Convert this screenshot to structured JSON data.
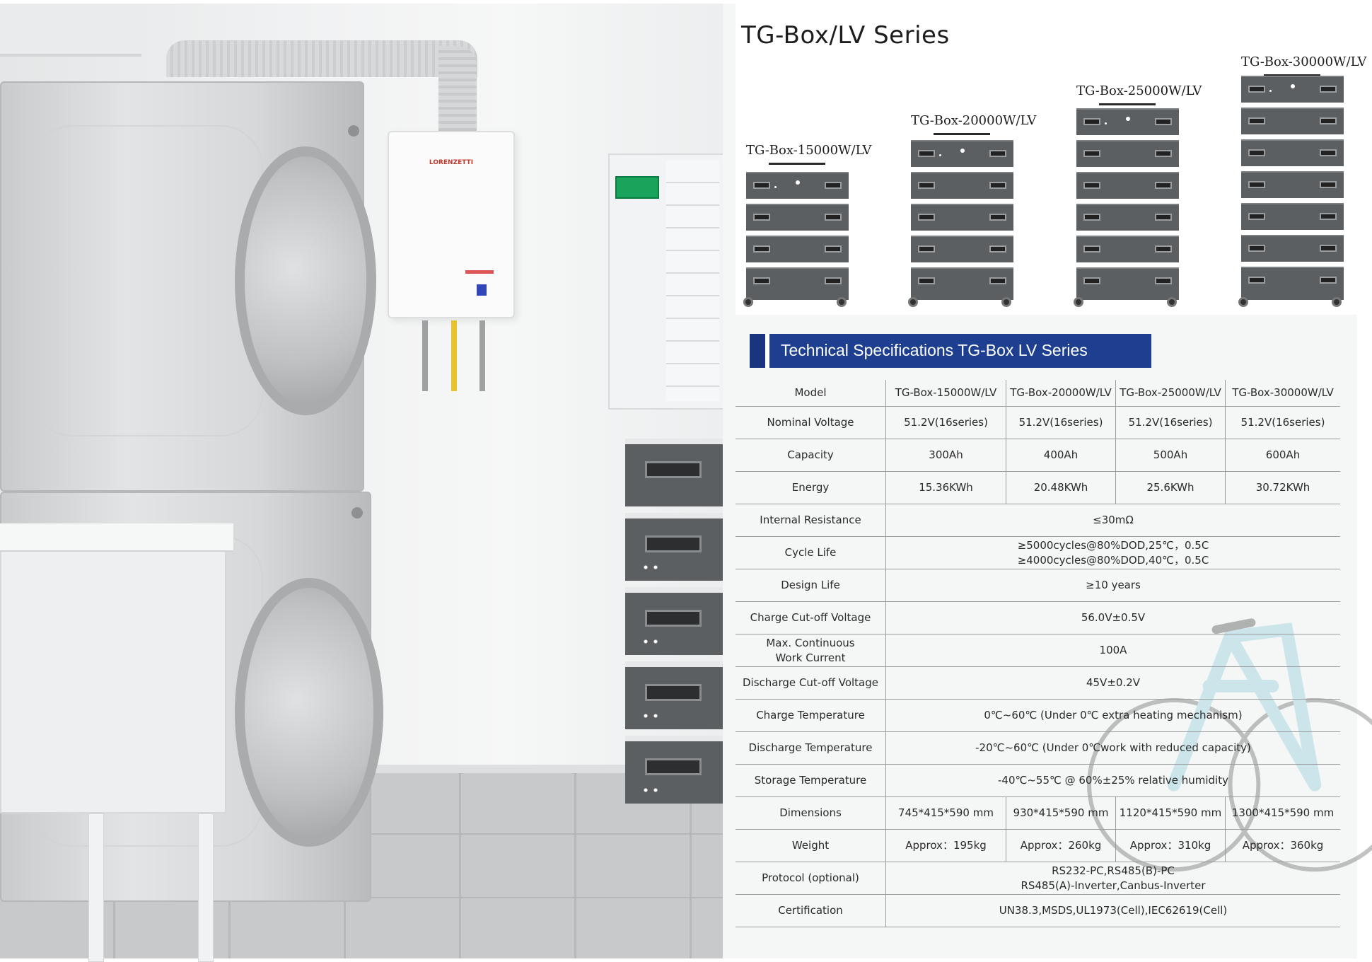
{
  "heading": "TG-Box/LV Series",
  "heater_brand": "LORENZETTI",
  "units": [
    {
      "label": "TG-Box-15000W/LV",
      "modules": 4
    },
    {
      "label": "TG-Box-20000W/LV",
      "modules": 5
    },
    {
      "label": "TG-Box-25000W/LV",
      "modules": 6
    },
    {
      "label": "TG-Box-30000W/LV",
      "modules": 7
    }
  ],
  "spec_title": "Technical Specifications TG-Box LV Series",
  "colors": {
    "banner": "#1e3f8f",
    "panel": "#f5f6f6"
  },
  "table": {
    "header": {
      "label": "Model",
      "cols": [
        "TG-Box-15000W/LV",
        "TG-Box-20000W/LV",
        "TG-Box-25000W/LV",
        "TG-Box-30000W/LV"
      ]
    },
    "rows": [
      {
        "label": "Nominal Voltage",
        "cols": [
          "51.2V(16series)",
          "51.2V(16series)",
          "51.2V(16series)",
          "51.2V(16series)"
        ]
      },
      {
        "label": "Capacity",
        "cols": [
          "300Ah",
          "400Ah",
          "500Ah",
          "600Ah"
        ]
      },
      {
        "label": "Energy",
        "cols": [
          "15.36KWh",
          "20.48KWh",
          "25.6KWh",
          "30.72KWh"
        ]
      },
      {
        "label": "Internal Resistance",
        "span": "≤30mΩ"
      },
      {
        "label": "Cycle Life",
        "span": "≥5000cycles@80%DOD,25℃，0.5C",
        "span2": "≥4000cycles@80%DOD,40℃，0.5C"
      },
      {
        "label": "Design Life",
        "span": "≥10 years"
      },
      {
        "label": "Charge Cut-off Voltage",
        "span": "56.0V±0.5V"
      },
      {
        "label": "Max. Continuous",
        "label2": "Work Current",
        "span": "100A"
      },
      {
        "label": "Discharge Cut-off Voltage",
        "span": "45V±0.2V"
      },
      {
        "label": "Charge Temperature",
        "span": "0℃~60℃ (Under 0℃ extra heating mechanism)"
      },
      {
        "label": "Discharge Temperature",
        "span": "-20℃~60℃ (Under 0℃work with reduced capacity)"
      },
      {
        "label": "Storage Temperature",
        "span": "-40℃~55℃ @ 60%±25% relative humidity"
      },
      {
        "label": "Dimensions",
        "cols": [
          "745*415*590 mm",
          "930*415*590 mm",
          "1120*415*590 mm",
          "1300*415*590 mm"
        ]
      },
      {
        "label": "Weight",
        "cols": [
          "Approx：195kg",
          "Approx：260kg",
          "Approx：310kg",
          "Approx：360kg"
        ]
      },
      {
        "label": "Protocol (optional)",
        "span": "RS232-PC,RS485(B)-PC",
        "span2": "RS485(A)-Inverter,Canbus-Inverter"
      },
      {
        "label": "Certification",
        "span": "UN38.3,MSDS,UL1973(Cell),IEC62619(Cell)"
      }
    ]
  }
}
